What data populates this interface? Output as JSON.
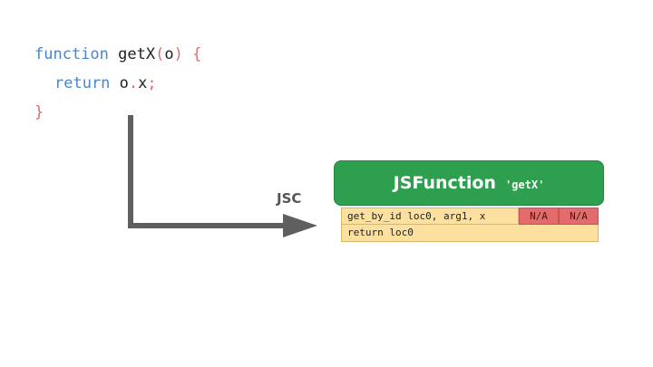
{
  "code": {
    "line1": {
      "kw": "function",
      "name": "getX",
      "open_paren": "(",
      "param": "o",
      "close_paren": ")",
      "brace": "{"
    },
    "line2": {
      "kw": "return",
      "expr_obj": "o",
      "dot": ".",
      "expr_prop": "x",
      "semi": ";"
    },
    "line3": {
      "brace": "}"
    }
  },
  "arrow": {
    "label": "JSC"
  },
  "function_object": {
    "title": "JSFunction",
    "name": "'getX'"
  },
  "bytecode": {
    "rows": [
      {
        "instruction": "get_by_id loc0, arg1, x",
        "slots": [
          "N/A",
          "N/A"
        ]
      },
      {
        "instruction": "return loc0"
      }
    ]
  },
  "colors": {
    "keyword": "#4a86c8",
    "punctuation": "#e06c6c",
    "function_box": "#2e9e4f",
    "bytecode_bg": "#fbe0a0",
    "slot_bg": "#e36b6b",
    "arrow": "#5f5f5f"
  }
}
